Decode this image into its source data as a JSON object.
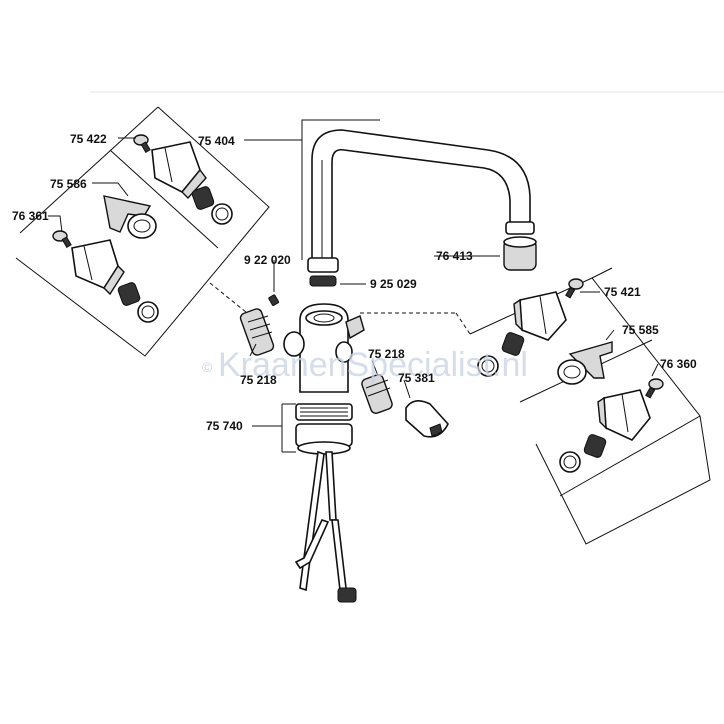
{
  "watermark": {
    "text": "KraanenSpecialist.nl",
    "copyright": "©"
  },
  "parts": {
    "p75422": "75 422",
    "p75586": "75 586",
    "p76361": "76 361",
    "p75404": "75 404",
    "p922020": "9 22 020",
    "p925029": "9 25 029",
    "p76413": "76 413",
    "p75421": "75 421",
    "p75585": "75 585",
    "p76360": "76 360",
    "p75218_left": "75 218",
    "p75218_right": "75 218",
    "p75381": "75 381",
    "p75740": "75 740"
  }
}
